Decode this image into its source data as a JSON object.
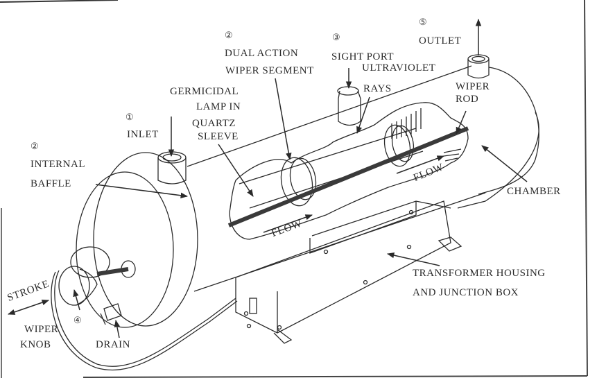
{
  "figure": {
    "title": "",
    "subject": "UV water disinfection unit"
  },
  "labels": {
    "inlet": {
      "num": "①",
      "text": "INLET"
    },
    "internal_baffle": {
      "num": "②",
      "line1": "INTERNAL",
      "line2": "BAFFLE"
    },
    "germicidal_lamp": {
      "line1": "GERMICIDAL",
      "line2": "LAMP IN",
      "line3": "QUARTZ",
      "line4": "SLEEVE"
    },
    "dual_action_wiper": {
      "num": "②",
      "line1": "DUAL ACTION",
      "line2": "WIPER SEGMENT"
    },
    "sight_port": {
      "num": "③",
      "text": "SIGHT PORT"
    },
    "ultraviolet_rays": {
      "line1": "ULTRAVIOLET",
      "line2": "RAYS"
    },
    "outlet": {
      "num": "⑤",
      "text": "OUTLET"
    },
    "wiper_rod": {
      "line1": "WIPER",
      "line2": "ROD"
    },
    "chamber": {
      "text": "CHAMBER"
    },
    "transformer": {
      "line1": "TRANSFORMER HOUSING",
      "line2": "AND JUNCTION BOX"
    },
    "stroke": {
      "text": "STROKE"
    },
    "wiper_knob": {
      "num": "④",
      "line1": "WIPER",
      "line2": "KNOB"
    },
    "drain": {
      "text": "DRAIN"
    },
    "flow_lower": {
      "text": "FLOW"
    },
    "flow_upper": {
      "text": "FLOW"
    }
  },
  "colors": {
    "ink": "#2a2a2a",
    "rod": "#3a3a3a",
    "paper": "#ffffff"
  }
}
